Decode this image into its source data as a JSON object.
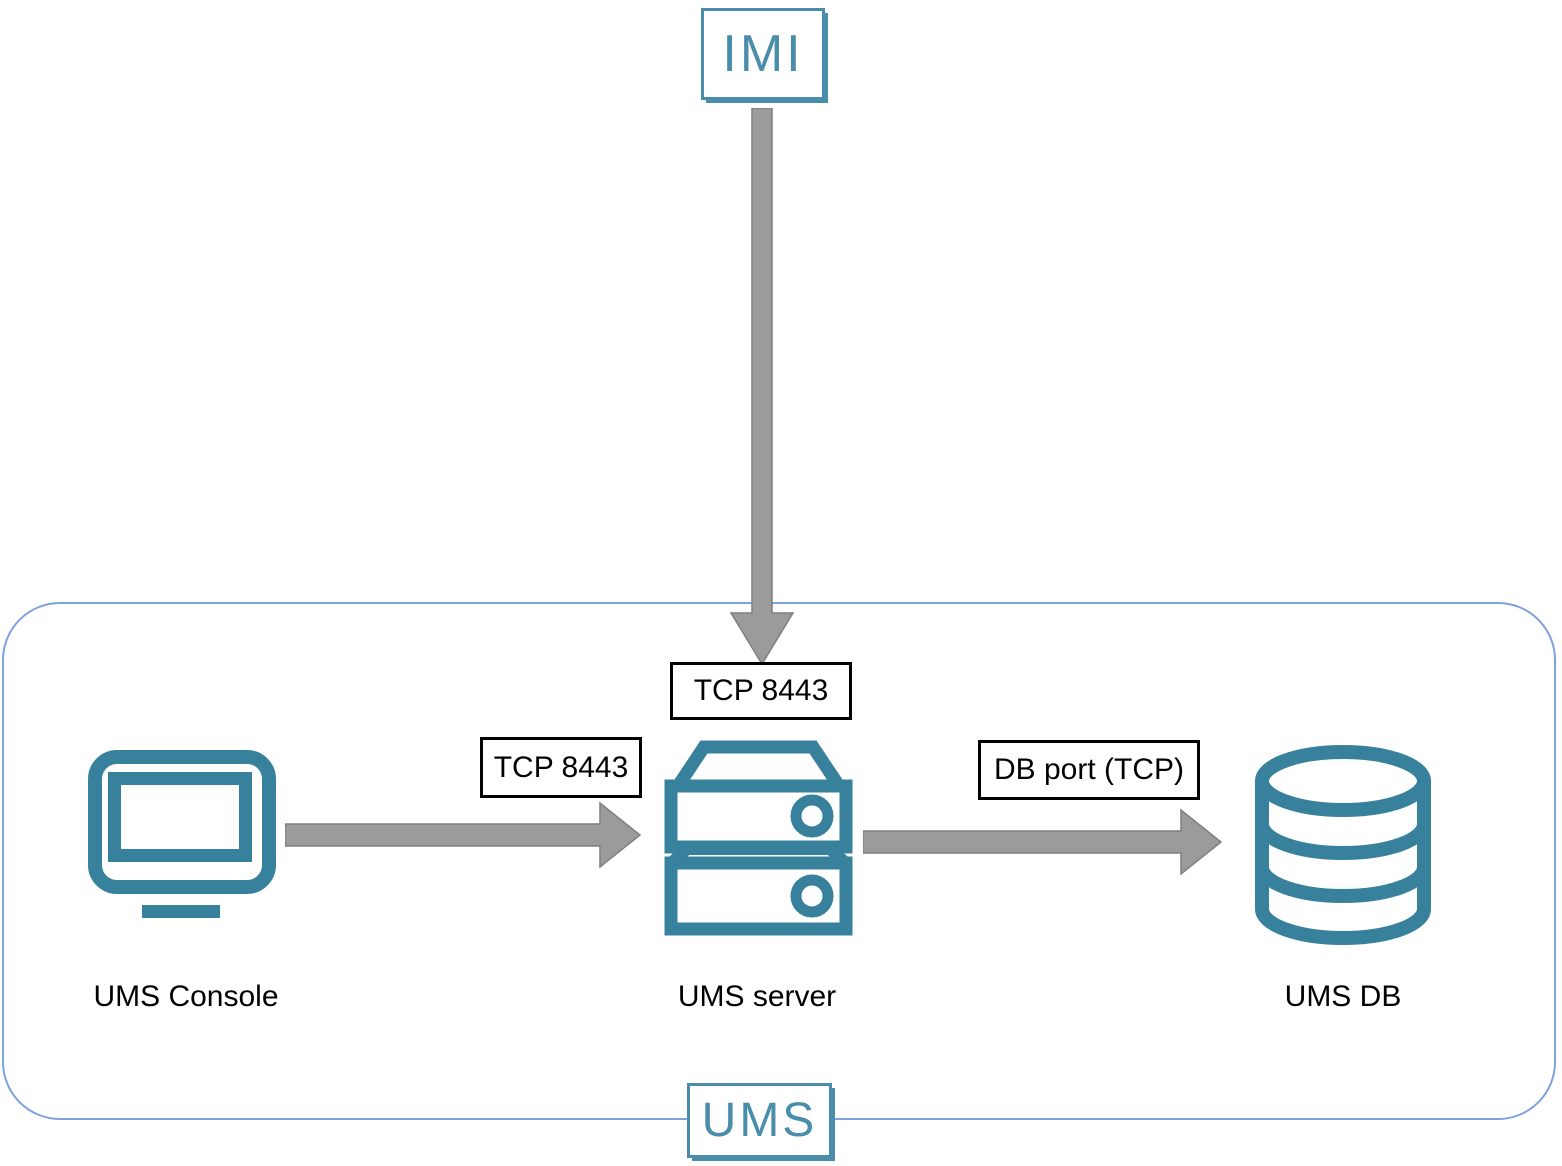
{
  "diagram": {
    "title_hint": "UMS architecture connection diagram",
    "colors": {
      "icon_teal": "#38819d",
      "logo_teal": "#4a8dab",
      "zone_border_blue": "#7ea2dd",
      "arrow_gray": "#9b9b9b",
      "arrow_gray_border": "#7f7f7f",
      "label_black": "#000000"
    },
    "external": {
      "imi_label": "IMI"
    },
    "zone": {
      "label": "UMS"
    },
    "nodes": [
      {
        "id": "ums-console",
        "label": "UMS Console",
        "icon": "monitor-icon"
      },
      {
        "id": "ums-server",
        "label": "UMS server",
        "icon": "server-icon"
      },
      {
        "id": "ums-db",
        "label": "UMS DB",
        "icon": "database-icon"
      }
    ],
    "connections": [
      {
        "from": "IMI",
        "to": "UMS server",
        "label": "TCP 8443",
        "direction": "down"
      },
      {
        "from": "UMS Console",
        "to": "UMS server",
        "label": "TCP 8443",
        "direction": "right"
      },
      {
        "from": "UMS server",
        "to": "UMS DB",
        "label": "DB port (TCP)",
        "direction": "right"
      }
    ]
  }
}
